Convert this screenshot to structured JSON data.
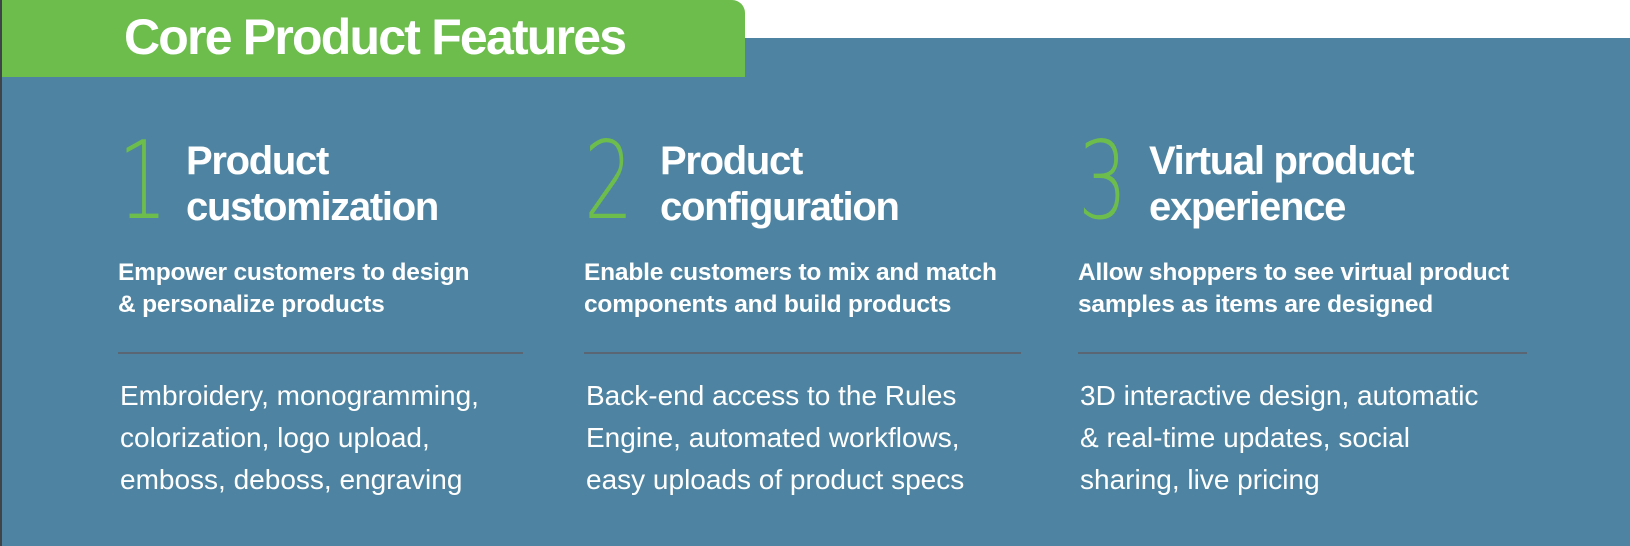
{
  "colors": {
    "panel_background": "#4e84a1",
    "accent_green": "#6cbd4c",
    "divider": "#5a6673",
    "text": "#ffffff"
  },
  "header": {
    "title": "Core Product Features"
  },
  "features": [
    {
      "number": "1",
      "heading_lines": [
        "Product",
        "customization"
      ],
      "subtitle_lines": [
        "Empower customers to design",
        "& personalize products"
      ],
      "body_lines": [
        "Embroidery, monogramming,",
        "colorization, logo upload,",
        "emboss, deboss, engraving"
      ]
    },
    {
      "number": "2",
      "heading_lines": [
        "Product",
        "configuration"
      ],
      "subtitle_lines": [
        "Enable customers to mix and match",
        "components and build products"
      ],
      "body_lines": [
        "Back-end access to the Rules",
        "Engine, automated workflows,",
        "easy uploads of product specs"
      ]
    },
    {
      "number": "3",
      "heading_lines": [
        "Virtual product",
        "experience"
      ],
      "subtitle_lines": [
        "Allow shoppers to see virtual product",
        "samples as items are designed"
      ],
      "body_lines": [
        "3D interactive design, automatic",
        "& real-time updates, social",
        "sharing, live pricing"
      ]
    }
  ]
}
